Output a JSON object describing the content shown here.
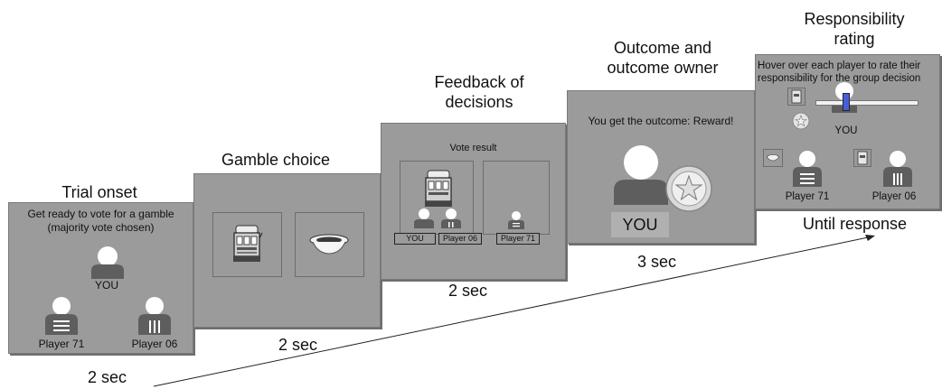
{
  "stages": [
    {
      "title": "Trial onset",
      "timing": "2 sec",
      "instruction_line1": "Get ready to vote for a gamble",
      "instruction_line2": "(majority vote chosen)",
      "you_label": "YOU",
      "player_left": "Player 71",
      "player_right": "Player 06"
    },
    {
      "title": "Gamble choice",
      "timing": "2 sec"
    },
    {
      "title_line1": "Feedback of",
      "title_line2": "decisions",
      "timing": "2 sec",
      "vote_result": "Vote result",
      "tag_you": "YOU",
      "tag_p06": "Player 06",
      "tag_p71": "Player 71"
    },
    {
      "title_line1": "Outcome and",
      "title_line2": "outcome owner",
      "timing": "3 sec",
      "outcome_text": "You get the outcome: Reward!",
      "you_label": "YOU"
    },
    {
      "title_line1": "Responsibility",
      "title_line2": "rating",
      "timing": "Until response",
      "instruction_line1": "Hover over each player to rate their",
      "instruction_line2": "responsibility for the group decision",
      "you_label": "YOU",
      "player_left": "Player 71",
      "player_right": "Player 06"
    }
  ],
  "colors": {
    "panel": "#9b9b9b",
    "avatar": "#5e5e5e",
    "slider_handle": "#4a5fd6"
  }
}
